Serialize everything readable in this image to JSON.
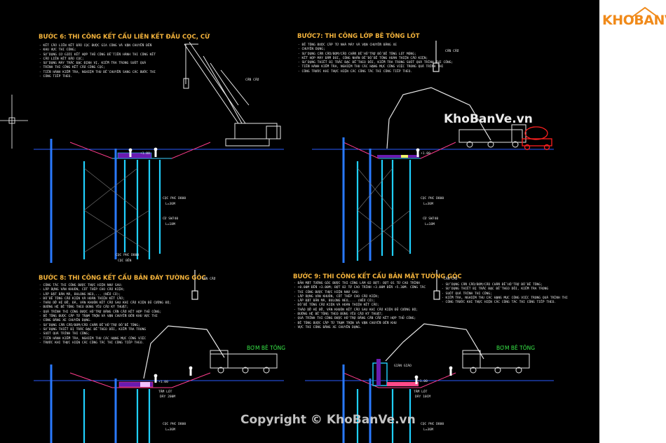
{
  "watermark": {
    "main": "KhoBanVe.vn",
    "copyright": "Copyright © KhoBanVe.vn"
  },
  "logo": {
    "text": "KHOBANVE",
    "color": "#f08a1a"
  },
  "colors": {
    "background": "#000000",
    "title": "#f5b43c",
    "text": "#e8e8e8",
    "cyan": "#1fd0ff",
    "blue": "#2a5cff",
    "magenta": "#ff3c8c",
    "green_label": "#38e848"
  },
  "steps": [
    {
      "title": "BƯỚC 6: THI CÔNG KẾT CẤU LIÊN KẾT ĐẦU CỌC, CỪ",
      "notes": [
        "KẾT CẤU LIÊN KẾT ĐẦU CỌC ĐƯỢC GIA CÔNG VÀ VẬN CHUYỂN ĐẾN",
        "KHU VỰC THI CÔNG;",
        "SỬ DỤNG CƠ GIỚI KẾT HỢP THỦ CÔNG ĐỂ TIẾN HÀNH THI CÔNG KẾT",
        "CẤU LIÊN KẾT ĐẦU CỌC;",
        "SỬ DỤNG MÁY TRẮC ĐẠC ĐỊNH VỊ, KIỂM TRA TRONG SUỐT QUÁ",
        "TRÌNH THI CÔNG KẾT CẤU CÔNG CỌC;",
        "TIẾN HÀNH KIỂM TRA, NGHIỆM THU ĐỂ CHUYỂN SANG CÁC BƯỚC THI",
        "CÔNG TIẾP THEO."
      ],
      "labels": {
        "crane": "CẦN CẨU",
        "level": "+1.00",
        "pile1": "CỌC PHC D800",
        "pile1b": "L=36M",
        "pile2": "CỪ SW740",
        "pile2b": "L=18M",
        "pile3": "CỌC PHC D800",
        "pile3b": "CỌC BÊN"
      }
    },
    {
      "title": "BƯỚC7: THI CÔNG LỚP BÊ TÔNG LÓT",
      "notes": [
        "BÊ TÔNG ĐƯỢC CẤP TỪ NHÀ MÁY VÀ VẬN CHUYỂN BẰNG XE",
        "CHUYÊN DỤNG;",
        "SỬ DỤNG CẦN CẨU/BƠM/CẦU CHẤN ĐỂ HỖ TRỢ ĐỔ BÊ TÔNG LÓT MÓNG;",
        "KẾT HỢP MÁY ĐẦM DÙI, CÔNG NHÂN ĐỂ ĐỔ BÊ TÔNG HOÀN THIỆN CẤU KIỆN;",
        "SỬ DỤNG THIẾT BỊ TRẮC ĐẠC ĐỂ THEO DÕI, KIỂM TRA TRONG SUỐT QUÁ TRÌNH THI CÔNG;",
        "TIẾN HÀNH KIỂM TRA, NGHIỆM THU CÁC HẠNG MỤC CÔNG VIỆC TRONG QUÁ TRÌNH THI",
        "CÔNG TRƯỚC KHI THỰC HIỆN CÁC CÔNG TÁC THI CÔNG TIẾP THEO."
      ],
      "labels": {
        "crane": "CẦN CẨU",
        "level": "+1.00",
        "pile1": "CỌC PHC D800",
        "pile1b": "L=36M",
        "pile2": "CỪ SW740",
        "pile2b": "L=18M"
      }
    },
    {
      "title": "BƯỚC 8: THI CÔNG KẾT CẤU BẢN ĐÁY TƯỜNG GÓC",
      "notes": [
        "CÔNG TÁC THI CÔNG ĐƯỢC THỰC HIỆN NHƯ SAU:",
        "LẮP DỰNG VÁN KHUÔN, CỐT THÉP CHO CẤU KIỆN;",
        "LẮP ĐẶT BĂN MÃ, BULONG NEO,... (NẾU CÓ);",
        "ĐỔ BÊ TÔNG CẤU KIỆN VÀ HOÀN THIỆN KẾT CẤU;",
        "THÁO DỠ HỆ ĐỠ, ĐÀ, VÁN KHUÔN KẾT CẤU SAU KHI CẤU KIỆN ĐỦ CƯỜNG ĐỘ;",
        "ĐƯỜNG HỆ BỀ TÔNG THEO ĐÚNG YÊU CẦU KỸ THUẬT;",
        "QUÁ TRÌNH THI CÔNG ĐƯỢC HỖ TRỢ BẰNG CẦN CẨU KẾT HỢP THỦ CÔNG;",
        "BÊ TÔNG ĐƯỢC CẤP TỪ TRẠM TRỘN VÀ VẬN CHUYỂN ĐẾN KHU VỰC THI",
        "CÔNG BẰNG XE CHUYÊN DỤNG.",
        "SỬ DỤNG CẦN CẨU/BƠM/CẦU CHẤN ĐỂ HỖ TRỢ ĐỔ BÊ TÔNG;",
        "SỬ DỤNG THIẾT BỊ TRẮC ĐẠC ĐỂ THEO DÕI, KIỂM TRA TRONG",
        "SUỐT QUÁ TRÌNH THI CÔNG;",
        "TIẾN HÀNH KIỂM TRA, NGHIỆM THU CÁC HẠNG MỤC CÔNG VIỆC",
        "TRƯỚC KHI THỰC HIỆN CÁC CÔNG TÁC THI CÔNG TIẾP THEO."
      ],
      "labels": {
        "crane": "CẦN CẨU",
        "pump": "BƠM BÊ TÔNG",
        "level": "+1.00",
        "slab": "TẤM LÓT",
        "slab2": "DÀY 200M",
        "pile1": "CỌC PHC D800",
        "pile1b": "L=36M"
      }
    },
    {
      "title": "BƯỚC 9: THI CÔNG KẾT CẤU BẢN MẶT TƯỜNG GÓC",
      "notes": [
        "BẢN MẶT TƯỜNG GÓC ĐƯỢC THI CÔNG LÀM 02 ĐỢT: ĐỢT 01 TỪ CAO TRÌNH",
        "+0.00M ĐẾN +3.00M; ĐỢT 02 TỪ CAO TRÌNH +3.00M ĐẾN +5.30M. CÔNG TÁC",
        "THI CÔNG ĐƯỢC THỰC HIỆN NHƯ SAU:",
        "LẮP DỰNG VÁN KHUÔN, CỐT THÉP CHO CẤU KIỆN;",
        "LẮP ĐẶT BẢN MÃ, BULONG NEO,... (NẾU CÓ);",
        "ĐỔ BÊ TÔNG CẤU KIỆN VÀ HOÀN THIỆN KẾT CẤU;",
        "THÁO DỠ HỆ ĐỠ, VÁN KHUÔN KẾT CẤU SAU KHI CẤU KIỆN ĐỦ CƯỜNG ĐỘ;",
        "ĐƯỜNG HỆ BỀ TÔNG THEO ĐÚNG YÊU CẦU KỸ THUẬT;",
        "QUÁ TRÌNH THI CÔNG ĐƯỢC HỖ TRỢ BẰNG CẦN CẨU KẾT HỢP THỦ CÔNG;",
        "BÊ TÔNG ĐƯỢC CẤP TỪ TRẠM TRỘN VÀ VẬN CHUYỂN ĐẾN KHU",
        "VỰC THI CÔNG BẰNG XE CHUYÊN DỤNG."
      ],
      "notes_right": [
        "SỬ DỤNG CẦN CẨU/BƠM/CẦU CHẤN ĐỂ HỖ TRỢ ĐỔ BÊ TÔNG;",
        "SỬ DỤNG THIẾT BỊ TRẮC ĐẠC ĐỂ THEO DÕI, KIỂM TRA TRONG",
        "SUỐT QUÁ TRÌNH THI CÔNG;",
        "KIỂM TRA, NGHIỆM THU CÁC HẠNG MỤC CÔNG VIỆC TRONG QUÁ TRÌNH THI",
        "CÔNG TRƯỚC KHI THỰC HIỆN CÁC CÔNG TÁC THI CÔNG TIẾP THEO."
      ],
      "labels": {
        "crane": "CẦN CẨU",
        "scaffold": "GIÀN GIÁO",
        "pump": "BƠM BÊ TÔNG",
        "level": "+1.00",
        "slab": "TẤM LÓT",
        "slab2": "DÀY 10CM",
        "pile1": "CỌC PHC D800",
        "pile1b": "L=36M"
      }
    }
  ]
}
